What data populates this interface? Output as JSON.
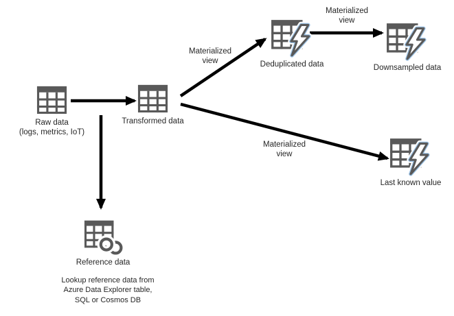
{
  "diagram": {
    "type": "flow-diagram",
    "background": "#ffffff",
    "colors": {
      "background": "#ffffff",
      "icon_stroke": "#595959",
      "arrow": "#000000",
      "bolt_accent": "#9dc3e6",
      "text": "#262626"
    },
    "nodes": [
      {
        "id": "raw-data",
        "label": "Raw data",
        "sublabel": "(logs, metrics, IoT)",
        "icon": "table-icon"
      },
      {
        "id": "transformed-data",
        "label": "Transformed data",
        "icon": "table-icon"
      },
      {
        "id": "deduplicated-data",
        "label": "Deduplicated data",
        "icon": "materialized-view-table-icon"
      },
      {
        "id": "downsampled-data",
        "label": "Downsampled data",
        "icon": "materialized-view-table-icon"
      },
      {
        "id": "last-known-value",
        "label": "Last known value",
        "icon": "materialized-view-table-icon"
      },
      {
        "id": "reference-data",
        "label": "Reference data",
        "icon": "linked-table-icon"
      }
    ],
    "edges": [
      {
        "from": "raw-data",
        "to": "transformed-data",
        "label": ""
      },
      {
        "from": "transformed-data",
        "to": "deduplicated-data",
        "label": "Materialized view"
      },
      {
        "from": "deduplicated-data",
        "to": "downsampled-data",
        "label": "Materialized view"
      },
      {
        "from": "transformed-data",
        "to": "last-known-value",
        "label": "Materialized view"
      },
      {
        "from": "raw-data",
        "to": "reference-data",
        "label": ""
      }
    ],
    "reference_note": {
      "lines": [
        "Lookup reference data from",
        "Azure Data Explorer table,",
        "SQL or Cosmos DB"
      ]
    }
  }
}
